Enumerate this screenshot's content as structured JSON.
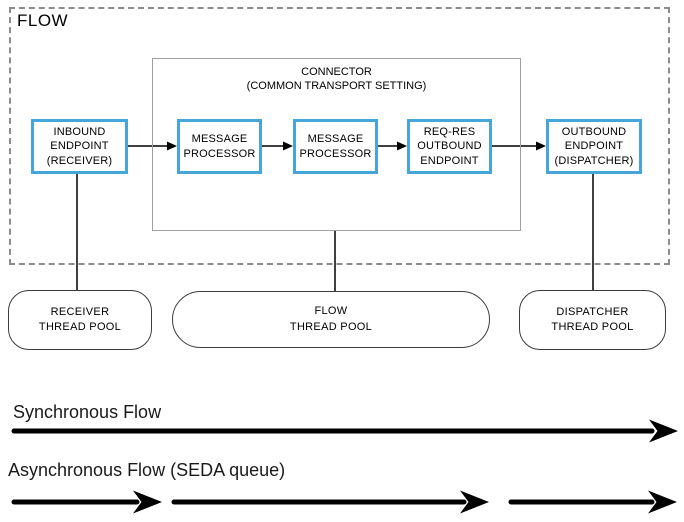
{
  "flow": {
    "label": "FLOW"
  },
  "connector": {
    "label": "CONNECTOR\n(COMMON TRANSPORT SETTING)"
  },
  "nodes": [
    {
      "id": "inbound-endpoint",
      "label": "INBOUND\nENDPOINT\n(RECEIVER)"
    },
    {
      "id": "message-processor-1",
      "label": "MESSAGE\nPROCESSOR"
    },
    {
      "id": "message-processor-2",
      "label": "MESSAGE\nPROCESSOR"
    },
    {
      "id": "req-res-outbound-endpoint",
      "label": "REQ-RES\nOUTBOUND\nENDPOINT"
    },
    {
      "id": "outbound-endpoint",
      "label": "OUTBOUND\nENDPOINT\n(DISPATCHER)"
    }
  ],
  "thread_pools": [
    {
      "id": "receiver-thread-pool",
      "label": "RECEIVER\nTHREAD POOL"
    },
    {
      "id": "flow-thread-pool",
      "label": "FLOW\nTHREAD POOL"
    },
    {
      "id": "dispatcher-thread-pool",
      "label": "DISPATCHER\nTHREAD POOL"
    }
  ],
  "legend": {
    "synchronous": "Synchronous Flow",
    "asynchronous": "Asynchronous Flow (SEDA queue)"
  },
  "colors": {
    "node_border": "#44a6d9",
    "dashed_border": "#8c8c8c",
    "connector_border": "#a0a0a0",
    "pool_border": "#3c3c3c",
    "arrow": "#000000"
  }
}
